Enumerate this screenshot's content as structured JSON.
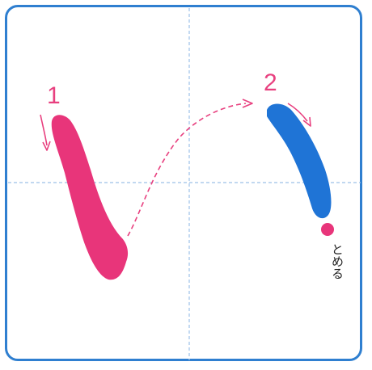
{
  "board": {
    "frame_color": "#2f7fd0",
    "guide_color": "#9cc0e8",
    "stroke1_color": "#e8357a",
    "stroke2_color": "#1f74d6",
    "end_dot_color": "#e8357a",
    "arrow_color": "#e8407f"
  },
  "strokes": [
    {
      "number": "1",
      "order_arrow": "down-arrow-icon"
    },
    {
      "number": "2",
      "order_arrow": "down-right-arrow-icon"
    }
  ],
  "transition_arrow": "dashed-curved-arrow-icon",
  "end_note": "とめる"
}
